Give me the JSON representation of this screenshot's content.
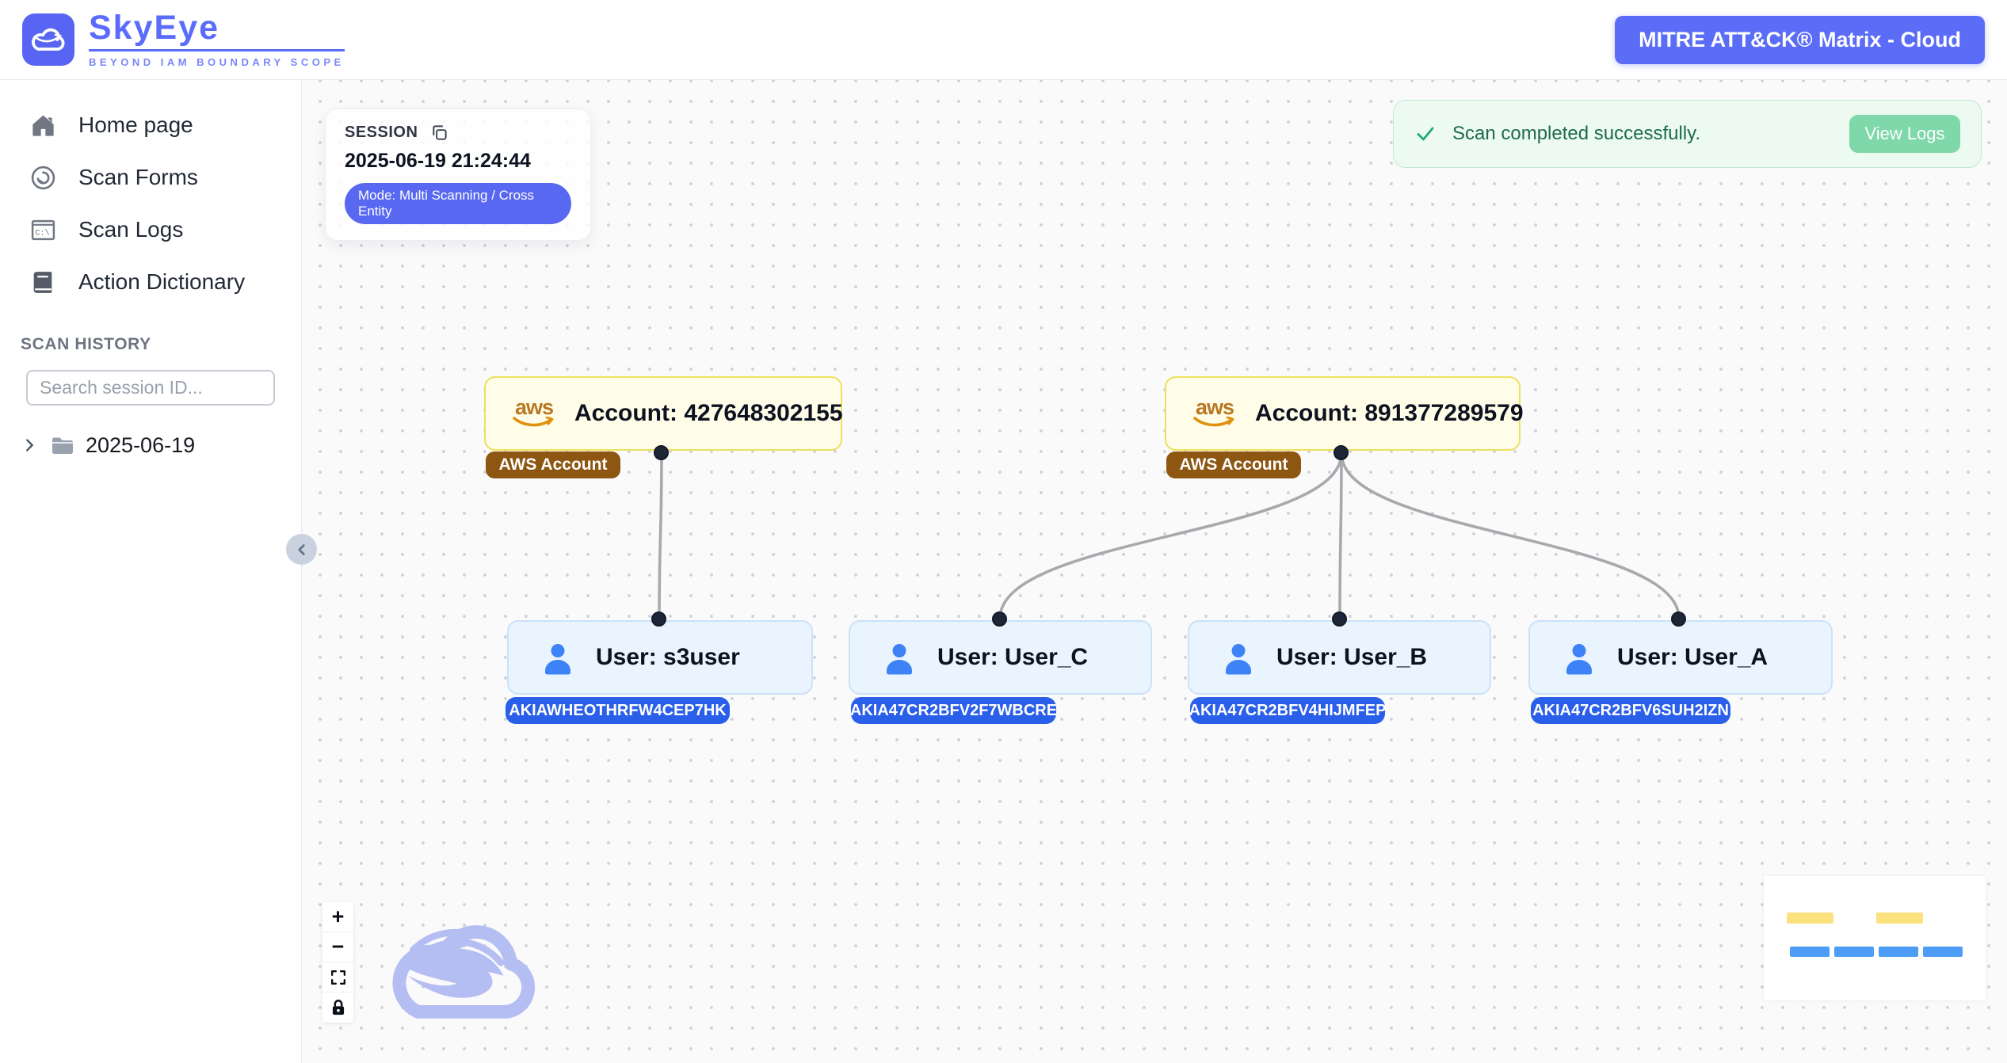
{
  "header": {
    "logo_title": "SkyEye",
    "logo_tagline": "BEYOND IAM BOUNDARY SCOPE",
    "mitre_button_label": "MITRE ATT&CK® Matrix - Cloud"
  },
  "sidebar": {
    "items": [
      {
        "label": "Home page",
        "icon": "home-icon"
      },
      {
        "label": "Scan Forms",
        "icon": "scan-forms-icon"
      },
      {
        "label": "Scan Logs",
        "icon": "scan-logs-icon"
      },
      {
        "label": "Action Dictionary",
        "icon": "action-dictionary-icon"
      }
    ],
    "scan_history_title": "SCAN HISTORY",
    "search_placeholder": "Search session ID...",
    "history_folders": [
      {
        "label": "2025-06-19"
      }
    ]
  },
  "session_card": {
    "title": "SESSION",
    "timestamp": "2025-06-19 21:24:44",
    "mode_badge": "Mode: Multi Scanning / Cross Entity"
  },
  "toast": {
    "message": "Scan completed successfully.",
    "view_logs_label": "View Logs"
  },
  "graph": {
    "aws_logo_text": "aws",
    "accounts": [
      {
        "label": "Account: 427648302155",
        "badge": "AWS Account"
      },
      {
        "label": "Account: 891377289579",
        "badge": "AWS Account"
      }
    ],
    "users": [
      {
        "label": "User: s3user",
        "access_key": "AKIAWHEOTHRFW4CEP7HK"
      },
      {
        "label": "User: User_C",
        "access_key": "AKIA47CR2BFV2F7WBCRE"
      },
      {
        "label": "User: User_B",
        "access_key": "AKIA47CR2BFV4HIJMFEP"
      },
      {
        "label": "User: User_A",
        "access_key": "AKIA47CR2BFV6SUH2IZN"
      }
    ]
  },
  "controls": {
    "zoom_in": "+",
    "zoom_out": "−"
  },
  "scan_logs_icon_text": "C:\\",
  "colors": {
    "accent_indigo": "#5B6CF6",
    "success_green": "#1FA97A",
    "toast_bg": "#EDFAF2",
    "view_logs_bg": "#7ED8A9",
    "account_node_bg": "#FFFDE8",
    "account_node_border": "#EDE05E",
    "aws_badge_bg": "#8D5712",
    "user_node_bg": "#EAF4FE",
    "user_node_border": "#CBE2F8",
    "akia_badge_bg": "#2A5FE9",
    "edge_gray": "#A8A8AD",
    "minimap_account": "#FBE27E",
    "minimap_user": "#4D9DF6"
  }
}
